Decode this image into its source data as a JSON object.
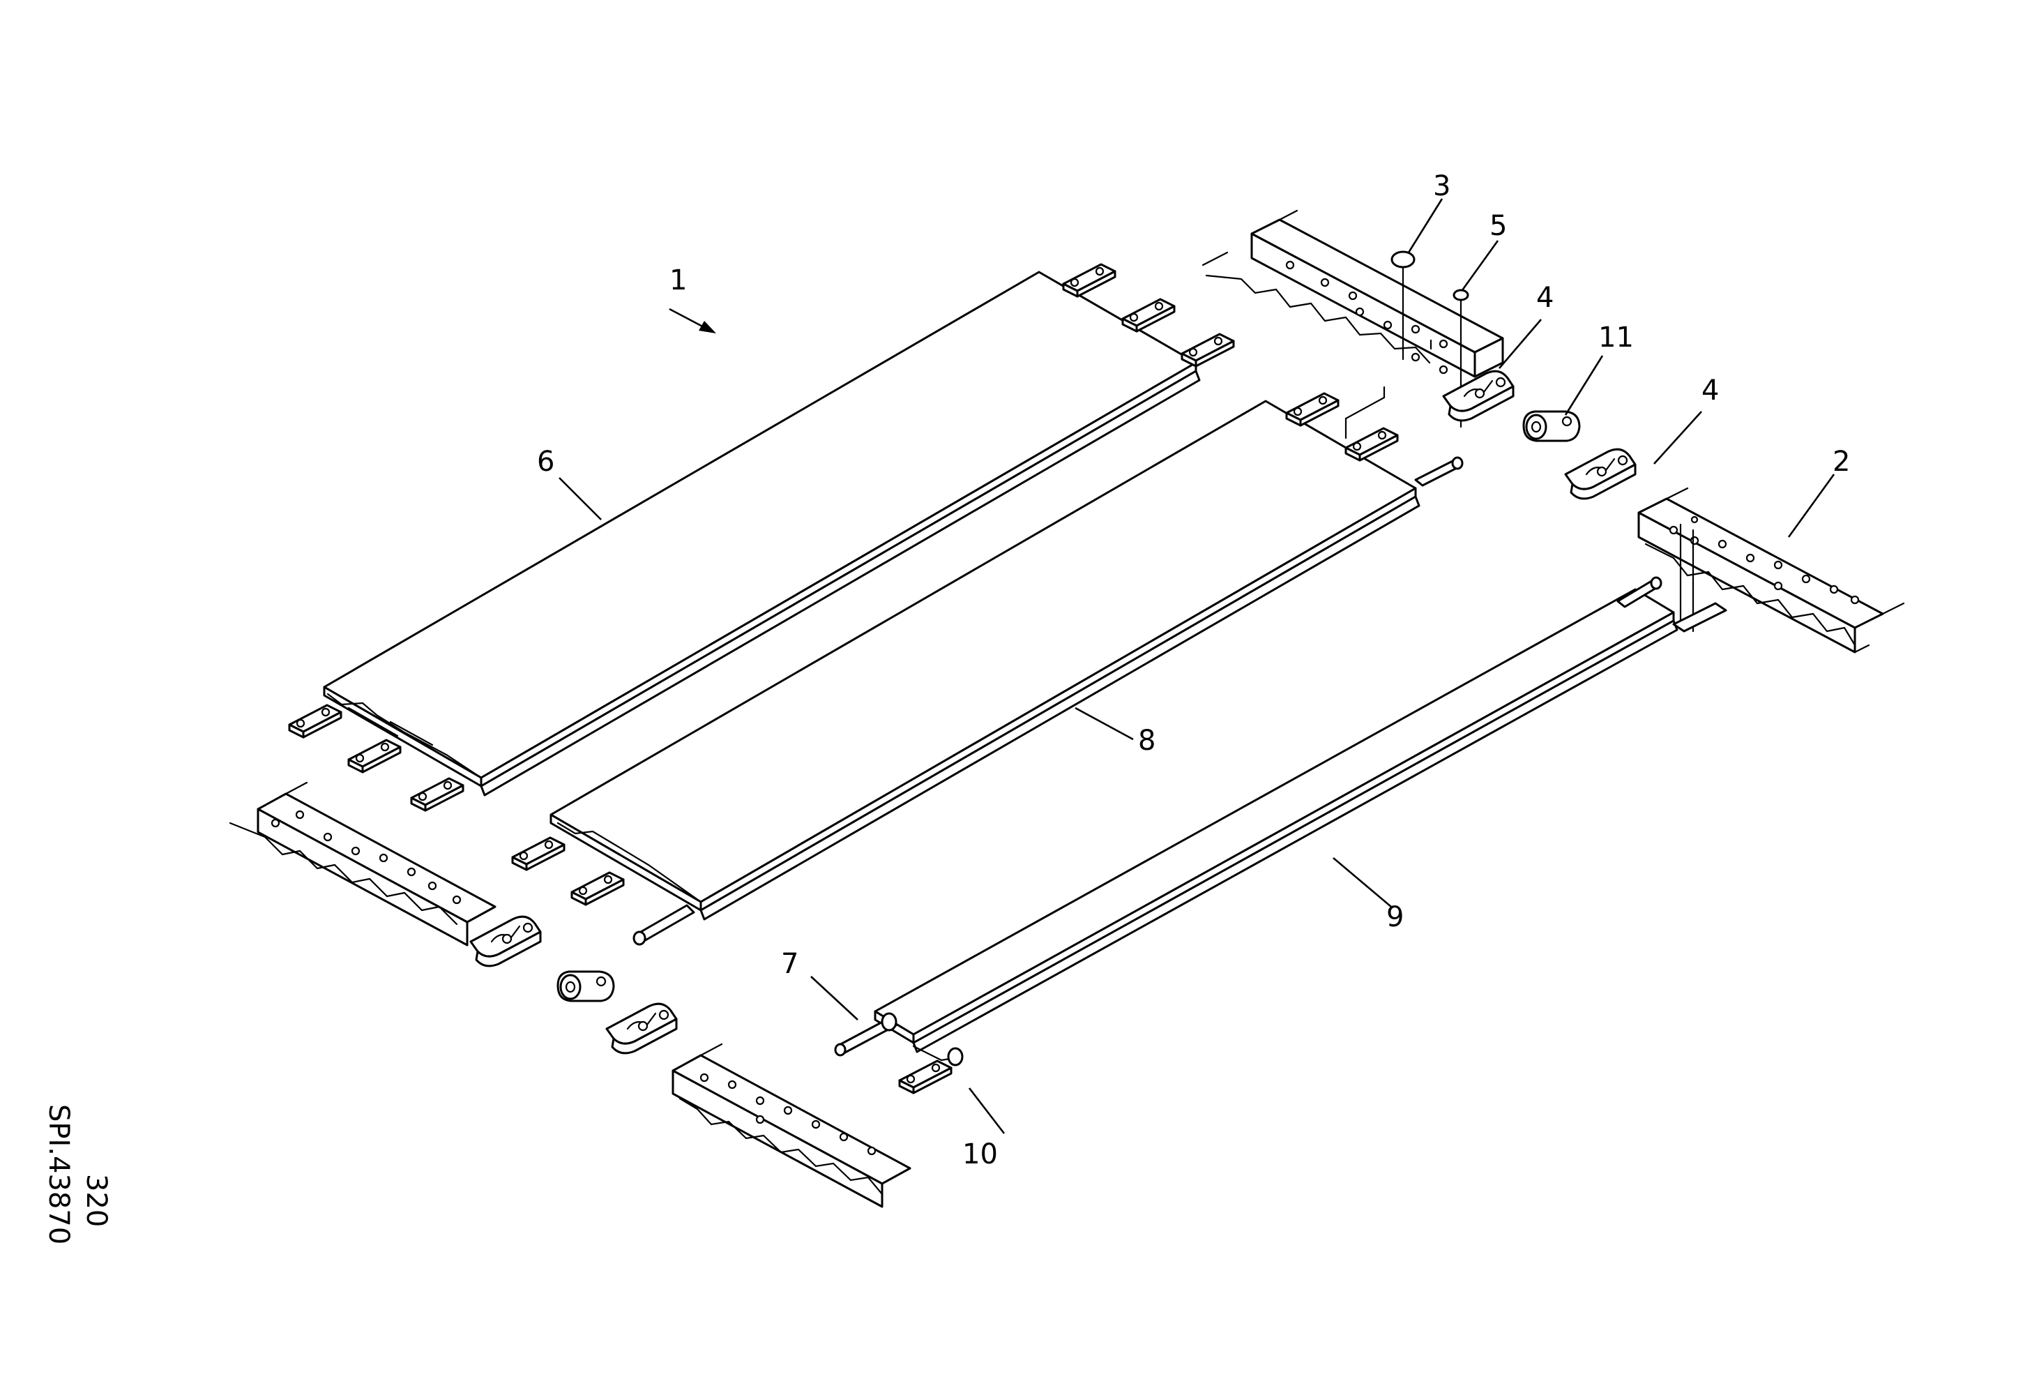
{
  "diagram": {
    "callouts": [
      {
        "id": "1",
        "label": "1"
      },
      {
        "id": "2",
        "label": "2"
      },
      {
        "id": "3",
        "label": "3"
      },
      {
        "id": "4a",
        "label": "4"
      },
      {
        "id": "4b",
        "label": "4"
      },
      {
        "id": "5",
        "label": "5"
      },
      {
        "id": "6",
        "label": "6"
      },
      {
        "id": "7",
        "label": "7"
      },
      {
        "id": "8",
        "label": "8"
      },
      {
        "id": "9",
        "label": "9"
      },
      {
        "id": "10",
        "label": "10"
      },
      {
        "id": "11",
        "label": "11"
      }
    ],
    "drawing_code": {
      "line1": "SPI.43870",
      "line2": "320"
    },
    "colors": {
      "ink": "#000000",
      "paper": "#ffffff"
    }
  }
}
